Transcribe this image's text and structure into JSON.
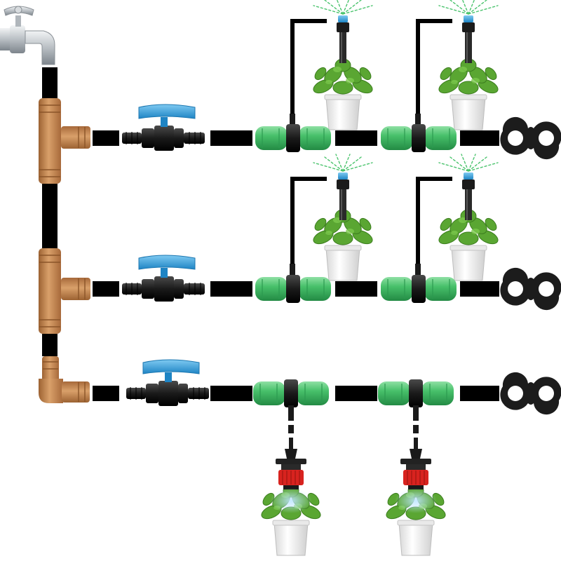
{
  "diagram": {
    "kind": "drip-irrigation-layout",
    "components": {
      "water_source": "faucet",
      "distribution_fittings": [
        "tee",
        "tee",
        "elbow"
      ],
      "line_valves": [
        "ball-valve",
        "ball-valve",
        "ball-valve"
      ],
      "line_connectors": "tee-connector",
      "line_ends": "figure-8-end-closure",
      "upper_emitters": "micro-sprinkler",
      "lower_emitters": "adjustable-dripper",
      "plants": "potted-basil"
    },
    "rows": [
      {
        "name": "row-1",
        "branch": "up",
        "emitter": "micro-sprinkler",
        "plants": 2
      },
      {
        "name": "row-2",
        "branch": "up",
        "emitter": "micro-sprinkler",
        "plants": 2
      },
      {
        "name": "row-3",
        "branch": "down",
        "emitter": "adjustable-dripper",
        "plants": 2
      }
    ],
    "colors": {
      "tubing": "#000000",
      "fitting_brown": "#c9874e",
      "valve_handle": "#3aa3df",
      "valve_body": "#1a1a1a",
      "connector_green": "#47c06a",
      "dripper_red": "#d8231f",
      "foliage": "#5aa632",
      "pot": "#f4f4f4",
      "faucet": "#c4c9cd"
    }
  }
}
